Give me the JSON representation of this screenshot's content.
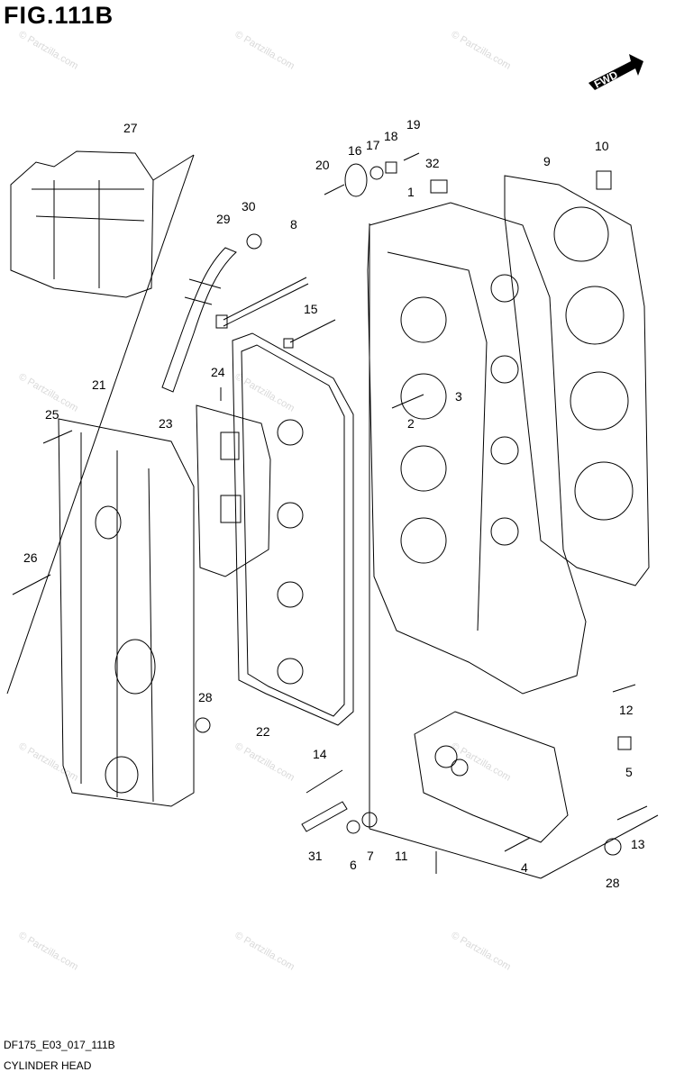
{
  "figure": {
    "title": "FIG.111B",
    "code": "DF175_E03_017_111B",
    "name": "CYLINDER HEAD"
  },
  "fwd_label": "FWD",
  "watermark": "© Partzilla.com",
  "callouts": {
    "c1": "1",
    "c2": "2",
    "c3": "3",
    "c4": "4",
    "c5": "5",
    "c6": "6",
    "c7": "7",
    "c8": "8",
    "c9": "9",
    "c10": "10",
    "c11": "11",
    "c12": "12",
    "c13": "13",
    "c14": "14",
    "c15": "15",
    "c16": "16",
    "c17": "17",
    "c18": "18",
    "c19": "19",
    "c20": "20",
    "c21": "21",
    "c22": "22",
    "c23": "23",
    "c24": "24",
    "c25": "25",
    "c26": "26",
    "c27": "27",
    "c28a": "28",
    "c28b": "28",
    "c29": "29",
    "c30": "30",
    "c31": "31",
    "c32": "32"
  },
  "colors": {
    "line": "#000000",
    "watermark": "#d9d9d9"
  }
}
